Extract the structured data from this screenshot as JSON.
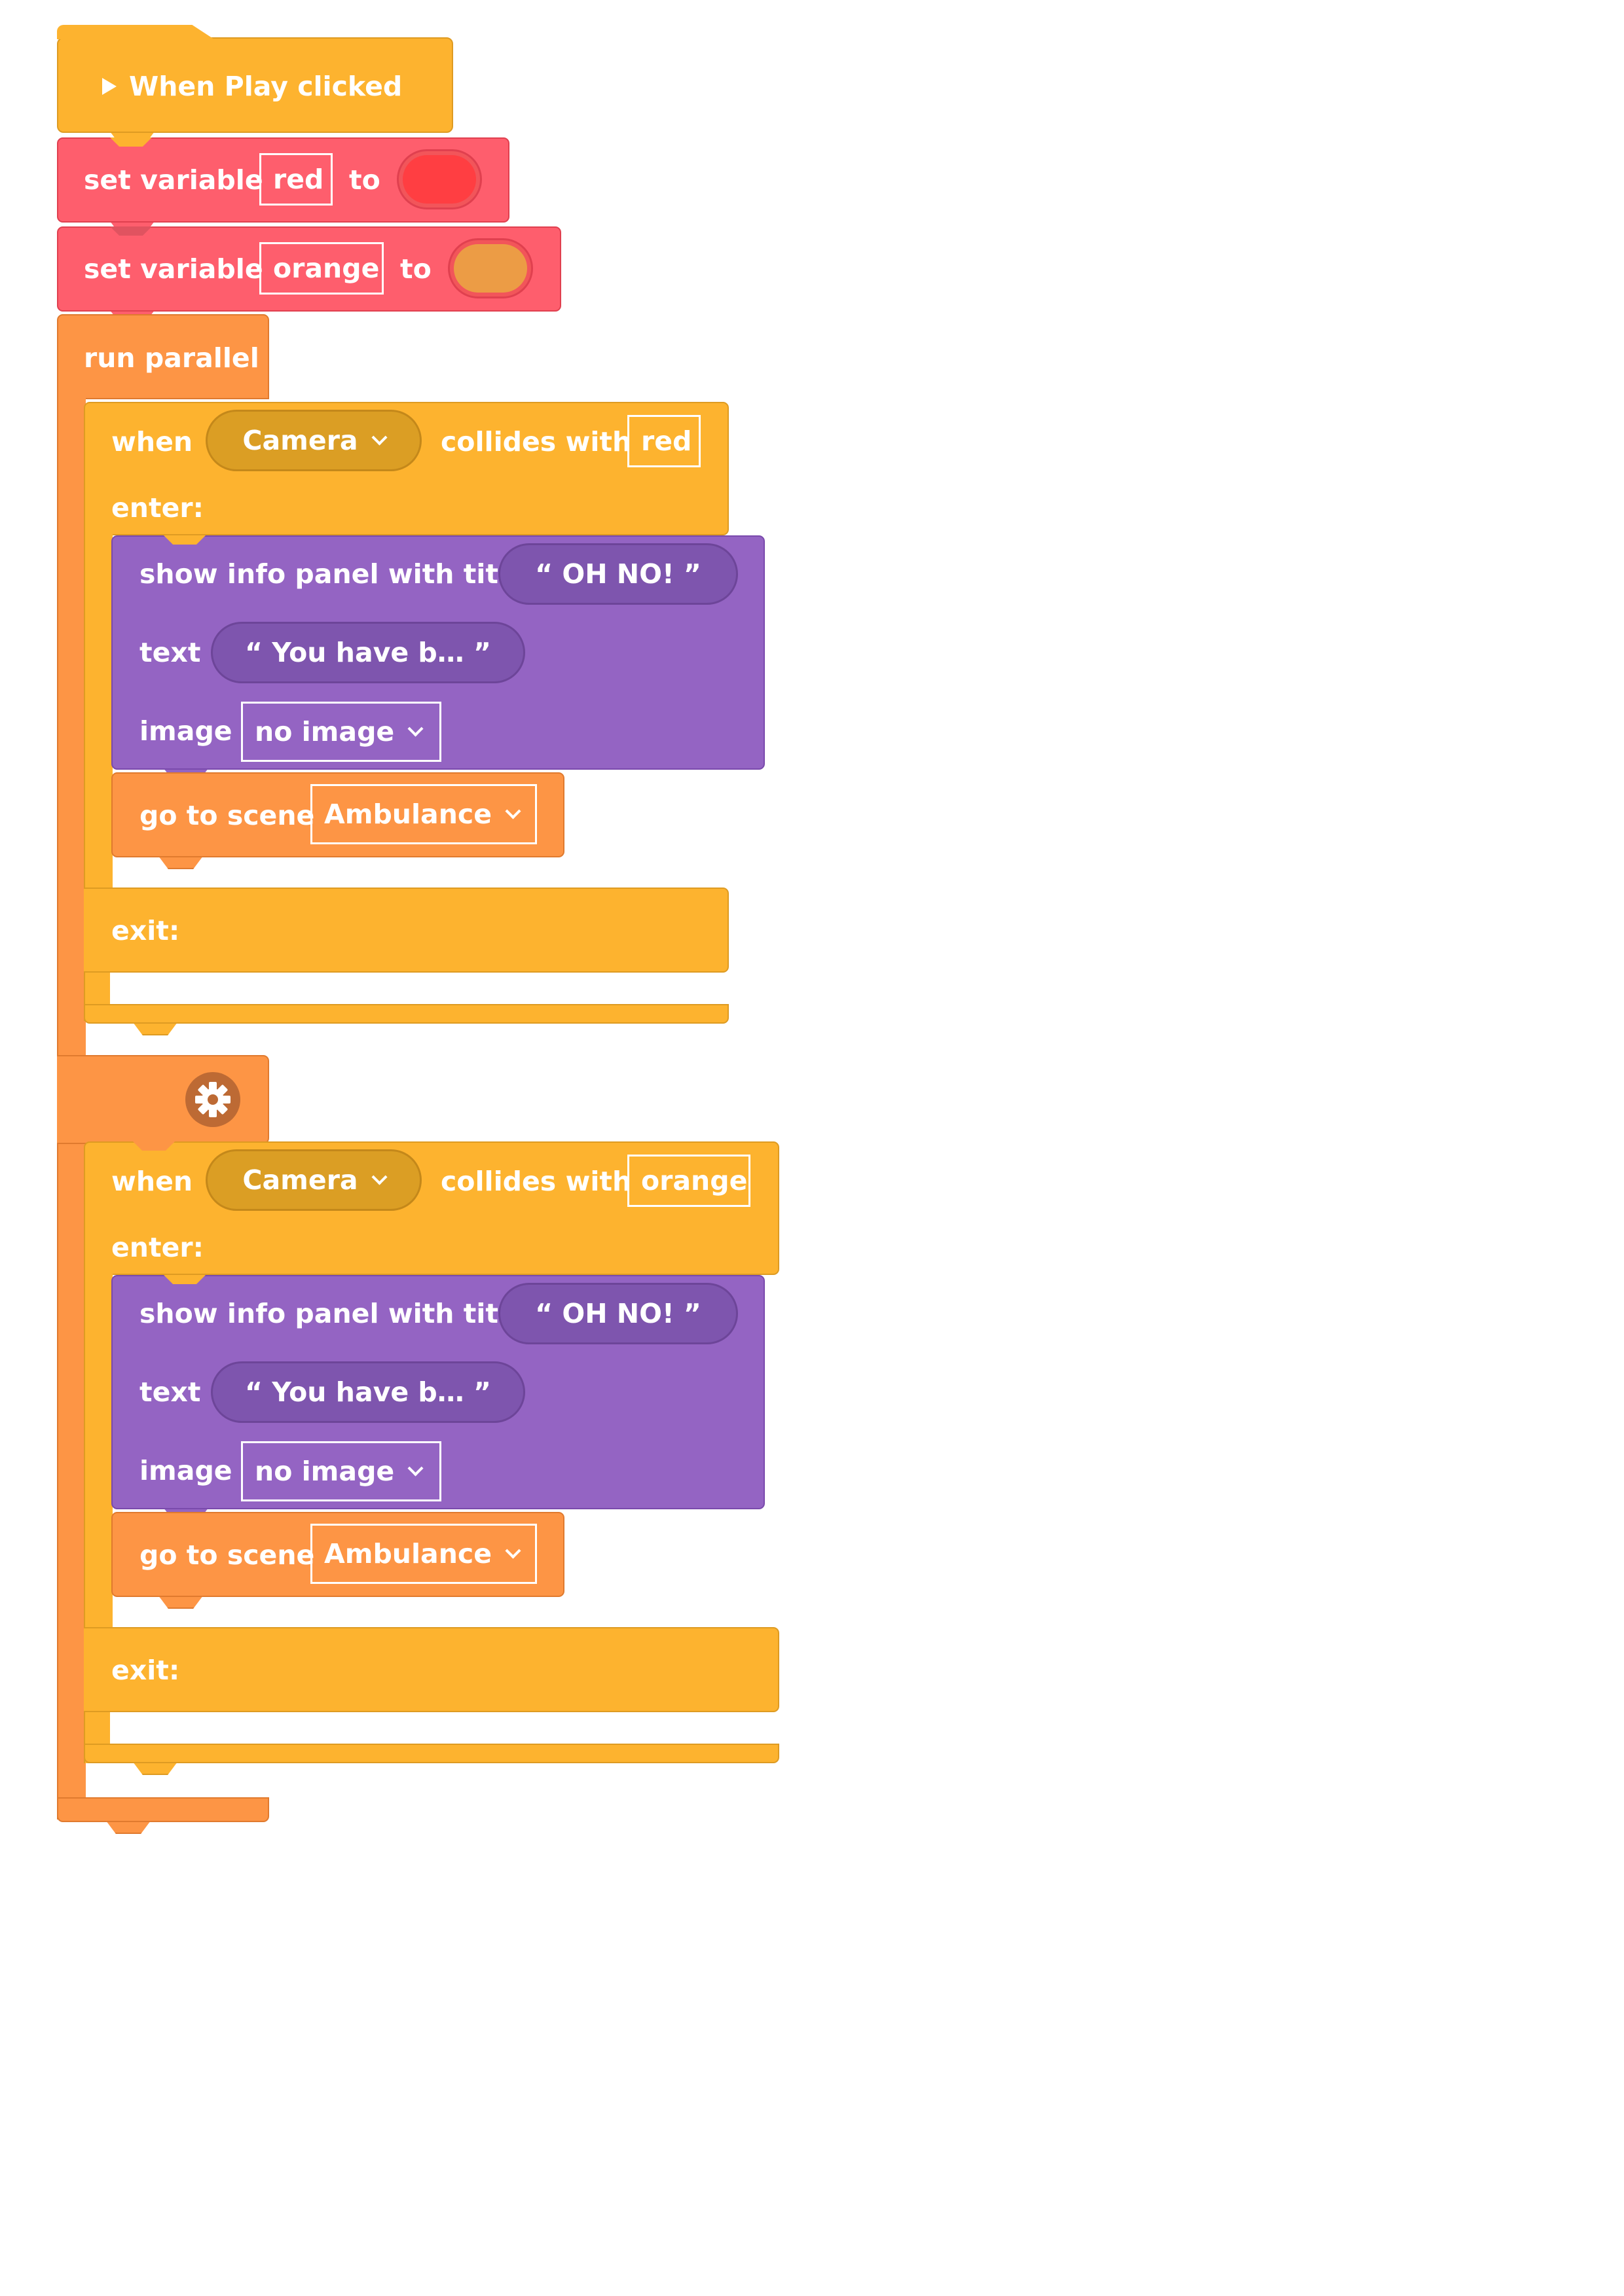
{
  "hat_block": {
    "label": "When Play clicked",
    "icon": "play-icon"
  },
  "set_var_1": {
    "label": "set variable",
    "var_name": "red",
    "to_label": "to",
    "color": "#FF3E42"
  },
  "set_var_2": {
    "label": "set variable",
    "var_name": "orange",
    "to_label": "to",
    "color": "#EC9C45"
  },
  "run_parallel": {
    "label": "run parallel",
    "icon": "gear-icon"
  },
  "collisions": [
    {
      "when_label": "when",
      "object": "Camera",
      "collides_label": "collides with",
      "target": "red",
      "enter_label": "enter:",
      "info_panel": {
        "label": "show info panel with title",
        "title_value": "“ OH NO! ”",
        "text_label": "text",
        "text_value": "“ You have b… ”",
        "image_label": "image",
        "image_value": "no image"
      },
      "go_to_scene": {
        "label": "go to scene",
        "scene": "Ambulance"
      },
      "exit_label": "exit:"
    },
    {
      "when_label": "when",
      "object": "Camera",
      "collides_label": "collides with",
      "target": "orange",
      "enter_label": "enter:",
      "info_panel": {
        "label": "show info panel with title",
        "title_value": "“ OH NO! ”",
        "text_label": "text",
        "text_value": "“ You have b… ”",
        "image_label": "image",
        "image_value": "no image"
      },
      "go_to_scene": {
        "label": "go to scene",
        "scene": "Ambulance"
      },
      "exit_label": "exit:"
    }
  ],
  "colors": {
    "event_yellow": "#FDB32F",
    "variable_pink": "#FE5E6D",
    "control_orange": "#FD9545",
    "looks_purple": "#9464C3"
  }
}
